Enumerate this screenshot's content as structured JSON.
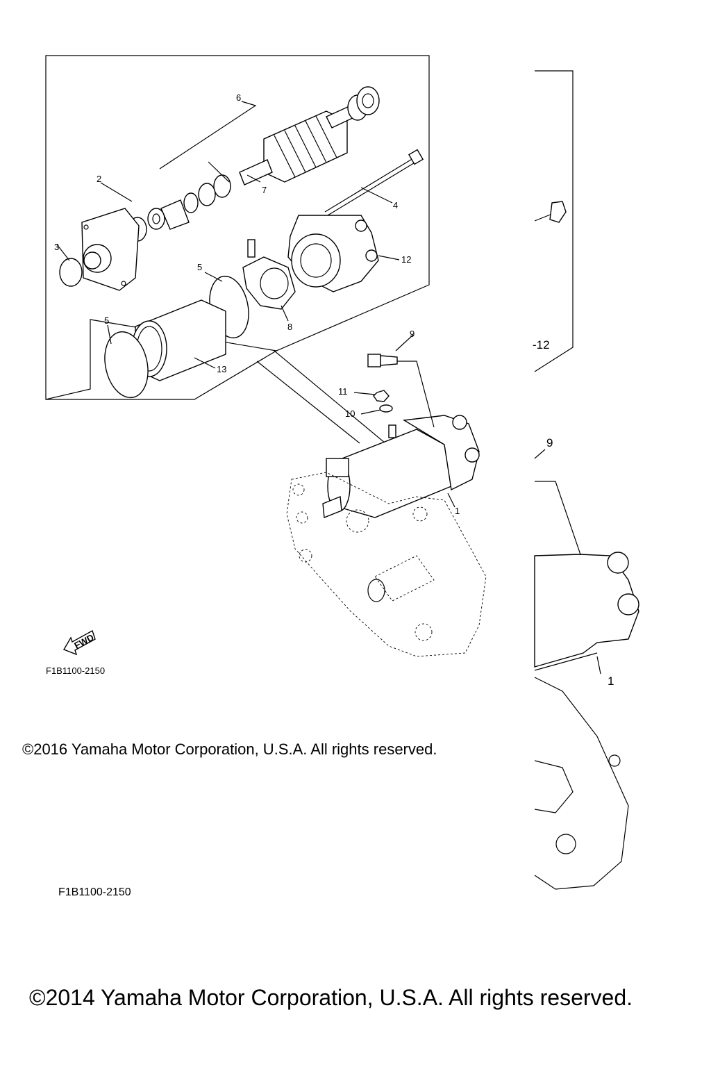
{
  "callouts": {
    "c1": "1",
    "c2": "2",
    "c3": "3",
    "c4": "4",
    "c5a": "5",
    "c5b": "5",
    "c6": "6",
    "c7": "7",
    "c8": "8",
    "c9": "9",
    "c10": "10",
    "c11": "11",
    "c12": "12",
    "c13": "13"
  },
  "right_callouts": {
    "r12": "-12",
    "r9": "9",
    "r1": "1"
  },
  "fwd_label": "FWD",
  "codes": {
    "primary": "F1B1100-2150",
    "secondary": "F1B1100-2150"
  },
  "copyrights": {
    "c2016": "©2016 Yamaha Motor Corporation, U.S.A. All rights reserved.",
    "c2014": "©2014 Yamaha Motor Corporation, U.S.A. All rights reserved."
  }
}
